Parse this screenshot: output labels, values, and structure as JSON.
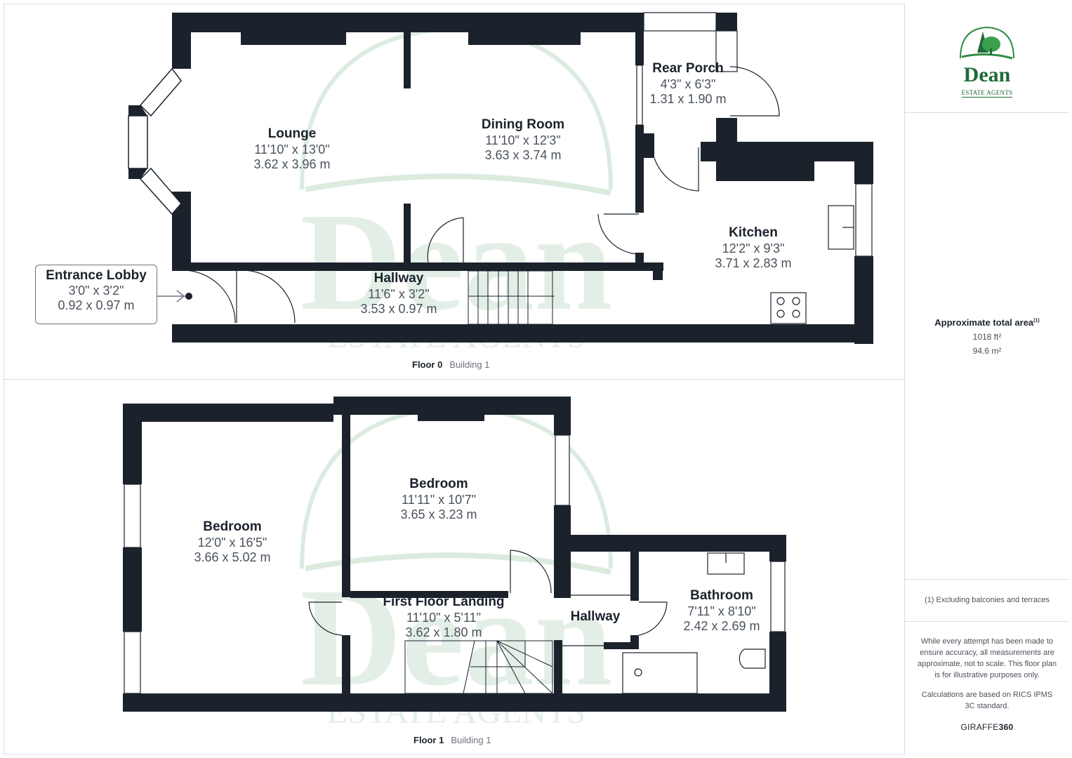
{
  "brand": {
    "logo_name": "Dean",
    "logo_subtitle": "ESTATE AGENTS",
    "logo_icon": "tree-logo-icon",
    "colors": {
      "wall": "#1b222c",
      "brand_green": "#1f6b3a",
      "watermark": "#cfe3d4",
      "text_dim": "#4a525c"
    }
  },
  "floors": [
    {
      "caption": {
        "floor": "Floor 0",
        "building": "Building 1"
      },
      "rooms": [
        {
          "name": "Lounge",
          "imperial": "11'10\" x 13'0\"",
          "metric": "3.62 x 3.96 m"
        },
        {
          "name": "Dining Room",
          "imperial": "11'10\" x 12'3\"",
          "metric": "3.63 x 3.74 m"
        },
        {
          "name": "Rear Porch",
          "imperial": "4'3\" x 6'3\"",
          "metric": "1.31 x 1.90 m"
        },
        {
          "name": "Kitchen",
          "imperial": "12'2\" x 9'3\"",
          "metric": "3.71 x 2.83 m"
        },
        {
          "name": "Hallway",
          "imperial": "11'6\" x 3'2\"",
          "metric": "3.53 x 0.97 m"
        },
        {
          "name": "Entrance Lobby",
          "imperial": "3'0\" x 3'2\"",
          "metric": "0.92 x 0.97 m"
        }
      ]
    },
    {
      "caption": {
        "floor": "Floor 1",
        "building": "Building 1"
      },
      "rooms": [
        {
          "name": "Bedroom",
          "imperial": "12'0\" x 16'5\"",
          "metric": "3.66 x 5.02 m"
        },
        {
          "name": "Bedroom",
          "imperial": "11'11\" x 10'7\"",
          "metric": "3.65 x 3.23 m"
        },
        {
          "name": "First Floor Landing",
          "imperial": "11'10\" x 5'11\"",
          "metric": "3.62 x 1.80 m"
        },
        {
          "name": "Hallway",
          "imperial": "",
          "metric": ""
        },
        {
          "name": "Bathroom",
          "imperial": "7'11\" x 8'10\"",
          "metric": "2.42 x 2.69 m"
        }
      ]
    }
  ],
  "summary": {
    "title": "Approximate total area",
    "footnote_marker": "(1)",
    "area_ft": "1018 ft²",
    "area_m": "94.6 m²",
    "footnote": "(1) Excluding balconies and terraces",
    "disclaimer": "While every attempt has been made to ensure accuracy, all measurements are approximate, not to scale. This floor plan is for illustrative purposes only.",
    "calc_note": "Calculations are based on RICS IPMS 3C standard.",
    "provider_prefix": "GIRAFFE",
    "provider_suffix": "360"
  }
}
